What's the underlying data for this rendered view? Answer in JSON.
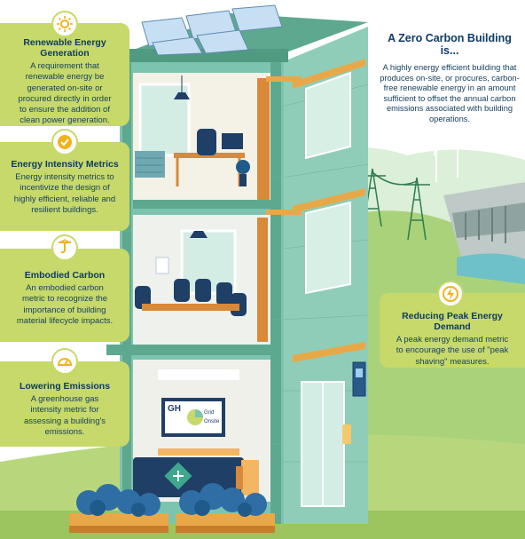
{
  "colors": {
    "callout_green": "#c6d96a",
    "title_navy": "#0f3b63",
    "brick_teal": "#7cc4b0",
    "sky": "#ffffff",
    "icon_gold": "#f2b21c"
  },
  "callouts": [
    {
      "icon": "sun-icon",
      "title": "Renewable Energy Generation",
      "text": "A requirement that renewable energy be generated on-site or procured directly in order to ensure the addition of clean power generation."
    },
    {
      "icon": "checkmark-icon",
      "title": "Energy Intensity Metrics",
      "text": "Energy intensity metrics to incentivize the design of highly efficient, reliable and resilient buildings."
    },
    {
      "icon": "crane-hook-icon",
      "title": "Embodied Carbon",
      "text": "An embodied carbon metric to recognize the importance of building material lifecycle impacts."
    },
    {
      "icon": "gauge-icon",
      "title": "Lowering Emissions",
      "text": "A greenhouse gas intensity metric for assessing a building's emissions."
    }
  ],
  "right_callout": {
    "icon": "lightning-icon",
    "title": "Reducing Peak Energy Demand",
    "text": "A peak energy demand metric to encourage the use of \"peak shaving\" measures."
  },
  "info": {
    "title": "A Zero Carbon Building is...",
    "text": "A highly energy efficient building that produces on-site, or procures, carbon-free renewable energy in an amount sufficient to offset the annual carbon emissions associated with building operations."
  },
  "gh_display": {
    "gh": "GH",
    "grid": "Grid",
    "onsite": "Onsite"
  }
}
